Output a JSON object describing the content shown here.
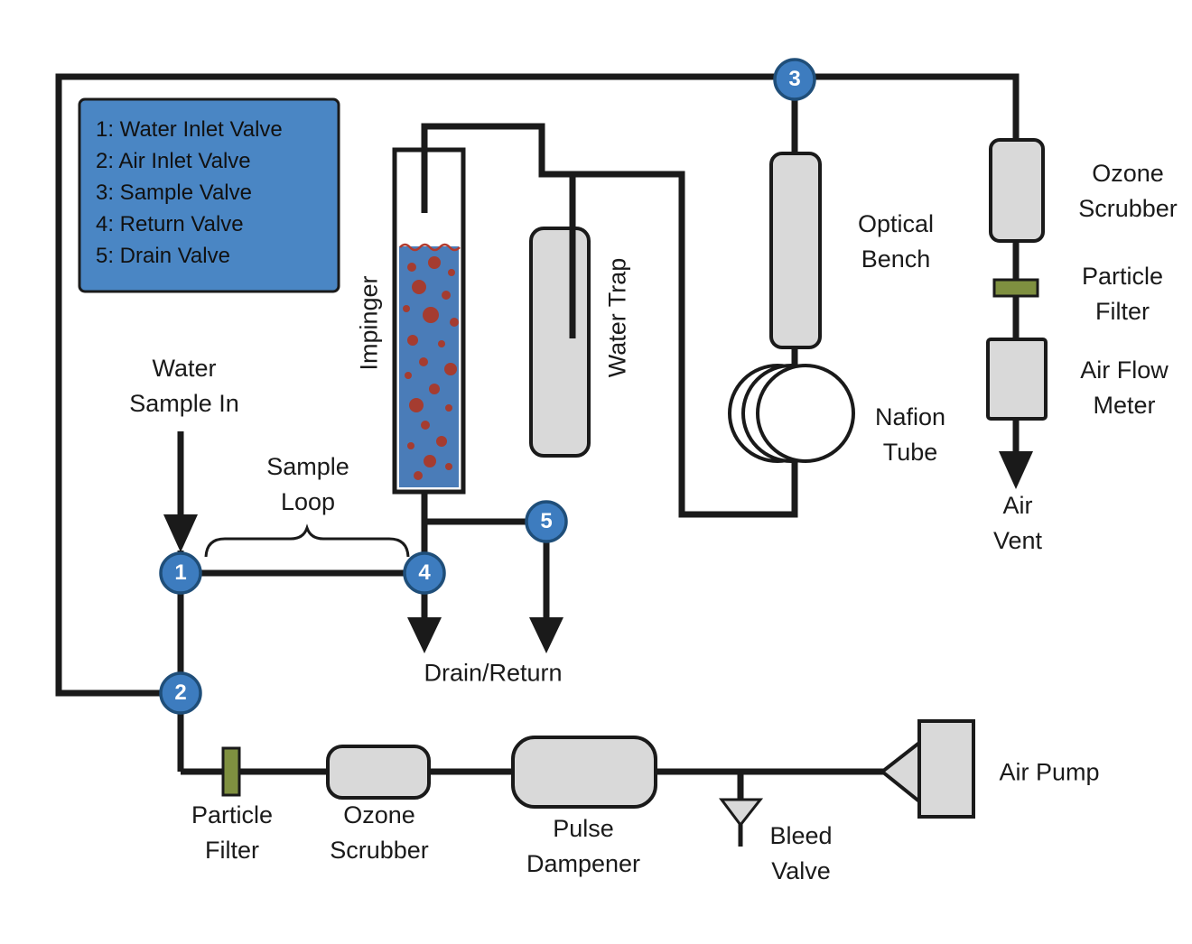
{
  "legend": {
    "items": [
      "1:  Water Inlet Valve",
      "2:  Air Inlet Valve",
      "3:  Sample Valve",
      "4:  Return Valve",
      "5:  Drain Valve"
    ]
  },
  "valves": {
    "v1": "1",
    "v2": "2",
    "v3": "3",
    "v4": "4",
    "v5": "5"
  },
  "labels": {
    "water_sample_in_1": "Water",
    "water_sample_in_2": "Sample In",
    "sample_loop_1": "Sample",
    "sample_loop_2": "Loop",
    "impinger": "Impinger",
    "water_trap": "Water Trap",
    "optical_bench_1": "Optical",
    "optical_bench_2": "Bench",
    "nafion_tube_1": "Nafion",
    "nafion_tube_2": "Tube",
    "ozone_scrubber_right_1": "Ozone",
    "ozone_scrubber_right_2": "Scrubber",
    "particle_filter_right_1": "Particle",
    "particle_filter_right_2": "Filter",
    "air_flow_meter_1": "Air Flow",
    "air_flow_meter_2": "Meter",
    "air_vent_1": "Air",
    "air_vent_2": "Vent",
    "drain_return": "Drain/Return",
    "particle_filter_bottom_1": "Particle",
    "particle_filter_bottom_2": "Filter",
    "ozone_scrubber_bottom_1": "Ozone",
    "ozone_scrubber_bottom_2": "Scrubber",
    "pulse_dampener_1": "Pulse",
    "pulse_dampener_2": "Dampener",
    "bleed_valve_1": "Bleed",
    "bleed_valve_2": "Valve",
    "air_pump": "Air Pump"
  },
  "colors": {
    "line": "#1a1a1a",
    "component_fill": "#d9d9d9",
    "valve_fill": "#3d7cbf",
    "valve_stroke": "#1f4e79",
    "legend_fill": "#4a86c4",
    "legend_stroke": "#2e5f96",
    "filter_fill": "#7f9040",
    "liquid_fill": "#4a7cb8",
    "bubble_fill": "#a53c30",
    "wave_red": "#b23b2e",
    "text": "#1a1a1a"
  }
}
